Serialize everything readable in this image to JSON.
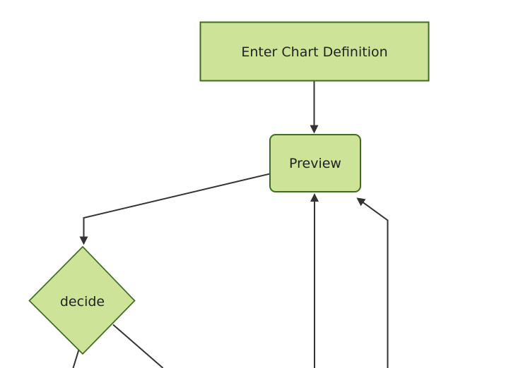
{
  "diagram": {
    "type": "flowchart",
    "orientation": "top-down",
    "nodes": [
      {
        "id": "A",
        "label": "Enter Chart Definition",
        "shape": "rectangle"
      },
      {
        "id": "B",
        "label": "Preview",
        "shape": "rounded-rectangle"
      },
      {
        "id": "C",
        "label": "decide",
        "shape": "diamond"
      }
    ],
    "edges": [
      {
        "from": "Enter Chart Definition",
        "to": "Preview",
        "arrowhead": true
      },
      {
        "from": "Preview",
        "to": "decide",
        "arrowhead": true
      },
      {
        "from": "offscreen-bottom",
        "to": "Preview",
        "arrowhead": true
      },
      {
        "from": "offscreen-bottom-right",
        "to": "Preview",
        "arrowhead": true
      },
      {
        "from": "decide",
        "to": "offscreen-bottom-left",
        "arrowhead": false
      },
      {
        "from": "decide",
        "to": "offscreen-bottom-right",
        "arrowhead": false
      }
    ],
    "colors": {
      "node_fill": "#cde498",
      "node_border": "#3f6c23",
      "edge": "#333333",
      "text": "#222222",
      "background": "#ffffff"
    }
  }
}
